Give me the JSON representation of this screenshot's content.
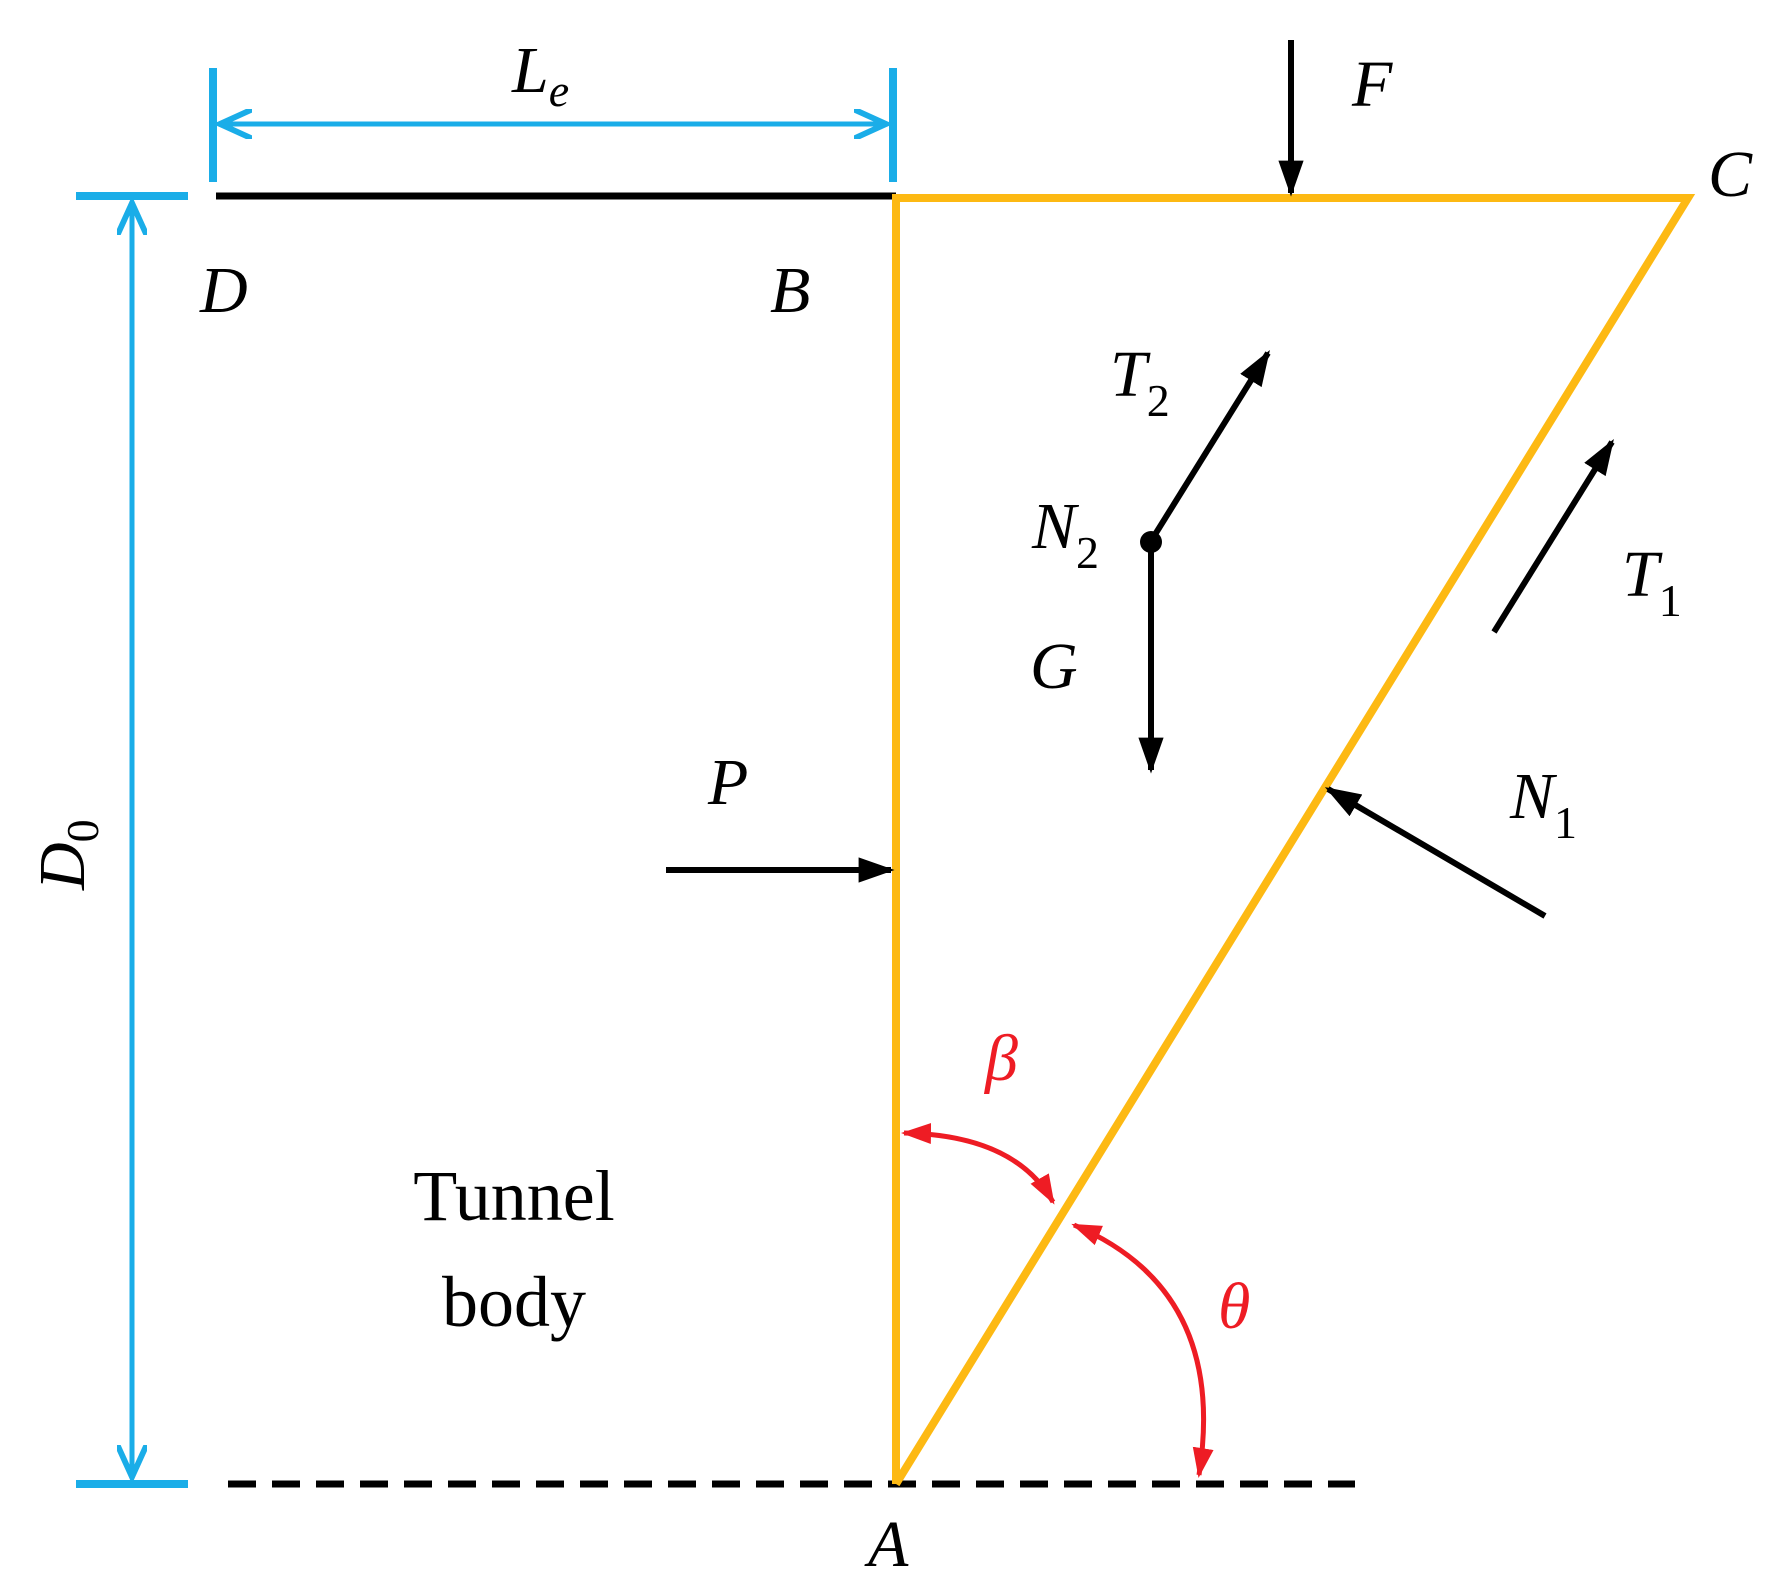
{
  "colors": {
    "wedge": "#FDB913",
    "dimension": "#1AADE8",
    "force": "#000000",
    "angle": "#EE1C24",
    "background": "#FFFFFF"
  },
  "points": {
    "A": "A",
    "B": "B",
    "C": "C",
    "D": "D"
  },
  "dimensions": {
    "length_main": "L",
    "length_sub": "e",
    "depth_main": "D",
    "depth_sub": "0"
  },
  "forces": {
    "F": "F",
    "P": "P",
    "G": "G",
    "T1_main": "T",
    "T1_sub": "1",
    "T2_main": "T",
    "T2_sub": "2",
    "N1_main": "N",
    "N1_sub": "1",
    "N2_main": "N",
    "N2_sub": "2"
  },
  "angles": {
    "beta": "β",
    "theta": "θ"
  },
  "region": {
    "line1": "Tunnel",
    "line2": "body"
  }
}
